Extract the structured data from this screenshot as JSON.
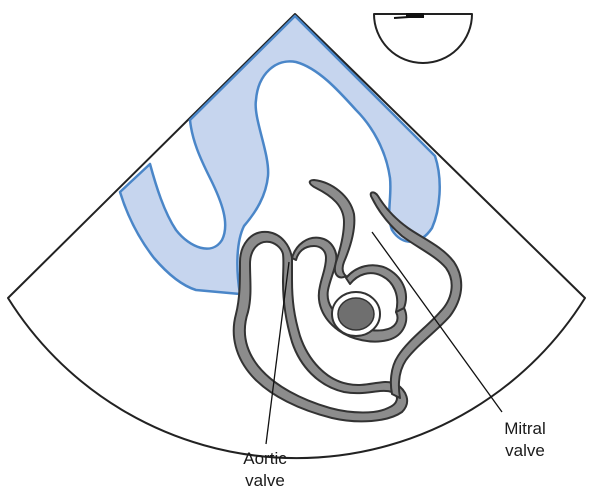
{
  "labels": {
    "mitral": {
      "line1": "Mitral",
      "line2": "valve"
    },
    "aortic": {
      "line1": "Aortic",
      "line2": "valve"
    }
  },
  "colors": {
    "outline": "#222222",
    "chamber_fill": "#c6d5ee",
    "chamber_stroke": "#4a86c8",
    "wall_fill": "#8c8c8c",
    "wall_stroke": "#333333",
    "inner_fill": "#6f6f6f"
  }
}
